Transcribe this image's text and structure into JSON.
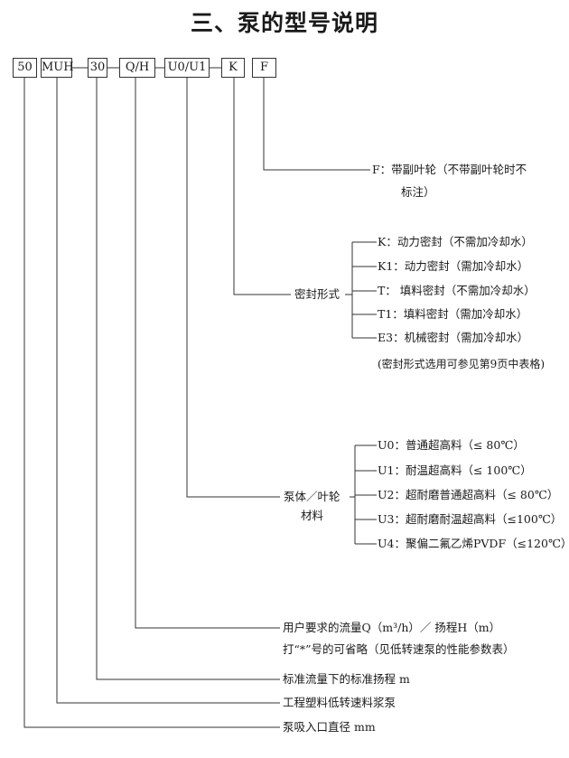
{
  "title": "三、泵的型号说明",
  "code_boxes": [
    "50",
    "MUH",
    "30",
    "Q/H",
    "U0/U1",
    "K",
    "F"
  ],
  "impeller": {
    "line1": "F：带副叶轮（不带副叶轮时不",
    "line2": "标注）"
  },
  "seal": {
    "label": "密封形式",
    "items": [
      "K：动力密封（不需加冷却水）",
      "K1：动力密封（需加冷却水）",
      "T：  填料密封（不需加冷却水）",
      "T1：填料密封（需加冷却水）",
      "E3：机械密封（需加冷却水）"
    ],
    "note": "(密封形式选用可参见第9页中表格)"
  },
  "material": {
    "label1": "泵体／叶轮",
    "label2": "材料",
    "items": [
      "U0：普通超高料（≤ 80℃）",
      "U1：耐温超高料（≤ 100℃）",
      "U2：超耐磨普通超高料（≤ 80℃）",
      "U3：超耐磨耐温超高料（≤100℃）",
      "U4：聚偏二氟乙烯PVDF（≤120℃）"
    ]
  },
  "flow_head": {
    "line1": "用户要求的流量Q（m³/h）／ 扬程H（m）",
    "line2": "打“*”号的可省略（见低转速泵的性能参数表）"
  },
  "standard_head": "标准流量下的标准扬程  m",
  "pump_type": "工程塑料低转速料浆泵",
  "inlet_diameter": "泵吸入口直径  mm"
}
